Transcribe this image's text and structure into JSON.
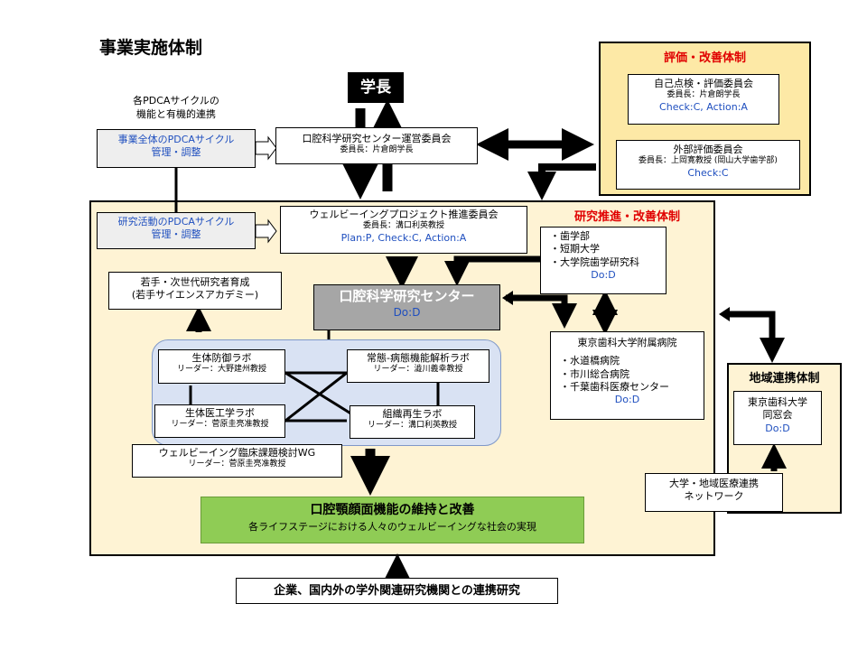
{
  "title": "事業実施体制",
  "president": "学長",
  "pdca_header": {
    "line1": "各PDCAサイクルの",
    "line2": "機能と有機的連携"
  },
  "pdca_overall": {
    "line1": "事業全体のPDCAサイクル",
    "line2": "管理・調整"
  },
  "pdca_research": {
    "line1": "研究活動のPDCAサイクル",
    "line2": "管理・調整"
  },
  "steering": {
    "name": "口腔科学研究センター運営委員会",
    "chair": "委員長：片倉朗学長"
  },
  "evaluation": {
    "section_title": "評価・改善体制",
    "self_check": {
      "name": "自己点検・評価委員会",
      "chair": "委員長：片倉朗学長",
      "role": "Check:C, Action:A"
    },
    "external": {
      "name": "外部評価委員会",
      "chair": "委員長：上岡寛教授 (岡山大学歯学部)",
      "role": "Check:C"
    }
  },
  "research_section_title": "研究推進・改善体制",
  "wellbeing_committee": {
    "name": "ウェルビーイングプロジェクト推進委員会",
    "chair": "委員長：溝口利英教授",
    "role": "Plan:P, Check:C, Action:A"
  },
  "schools": {
    "items": [
      "・歯学部",
      "・短期大学",
      "・大学院歯学研究科"
    ],
    "role": "Do:D"
  },
  "young": {
    "line1": "若手・次世代研究者育成",
    "line2": "(若手サイエンスアカデミー)"
  },
  "center": {
    "name": "口腔科学研究センター",
    "role": "Do:D"
  },
  "hospital": {
    "name": "東京歯科大学附属病院",
    "items": [
      "・水道橋病院",
      "・市川総合病院",
      "・千葉歯科医療センター"
    ],
    "role": "Do:D"
  },
  "labs": {
    "defense": {
      "name": "生体防御ラボ",
      "leader": "リーダー：大野建州教授"
    },
    "pathology": {
      "name": "常態-病態機能解析ラボ",
      "leader": "リーダー：澁川義幸教授"
    },
    "engineering": {
      "name": "生体医工学ラボ",
      "leader": "リーダー：菅原圭亮准教授"
    },
    "regeneration": {
      "name": "組織再生ラボ",
      "leader": "リーダー：溝口利英教授"
    }
  },
  "wg": {
    "name": "ウェルビーイング臨床課題検討WG",
    "leader": "リーダー：菅原圭亮准教授"
  },
  "goal": {
    "title": "口腔顎顔面機能の維持と改善",
    "subtitle": "各ライフステージにおける人々のウェルビーイングな社会の実現"
  },
  "regional": {
    "section_title": "地域連携体制",
    "alumni": {
      "line1": "東京歯科大学",
      "line2": "同窓会",
      "role": "Do:D"
    },
    "network": {
      "line1": "大学・地域医療連携",
      "line2": "ネットワーク"
    }
  },
  "collaboration": "企業、国内外の学外関連研究機関との連携研究",
  "colors": {
    "evaluation_bg": "#fde9a6",
    "evaluation_border": "#f5a623",
    "research_bg": "#fef3d4",
    "pdca_bg": "#eeeeee",
    "center_bg": "#a6a6a6",
    "lab_area": "#d9e2f3",
    "goal_bg": "#8fcc55",
    "role_text": "#1f4fbf",
    "section_title": "#e00000"
  }
}
